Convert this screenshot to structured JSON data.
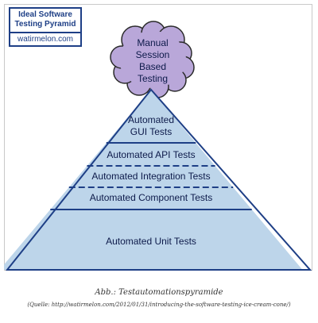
{
  "badge": {
    "title": "Ideal Software Testing Pyramid",
    "title_line1": "Ideal Software",
    "title_line2": "Testing Pyramid",
    "site": "watirmelon.com"
  },
  "cloud": {
    "lines": [
      "Manual",
      "Session",
      "Based",
      "Testing"
    ]
  },
  "layers": [
    {
      "lines": [
        "Automated",
        "GUI Tests"
      ]
    },
    {
      "lines": [
        "Automated API Tests"
      ]
    },
    {
      "lines": [
        "Automated Integration Tests"
      ]
    },
    {
      "lines": [
        "Automated Component Tests"
      ]
    },
    {
      "lines": [
        "Automated Unit Tests"
      ]
    }
  ],
  "caption": "Abb.: Testautomationspyramide",
  "source": "(Quelle: http://watirmelon.com/2012/01/31/introducing-the-software-testing-ice-cream-cone/)",
  "colors": {
    "layer_fill": "#bdd5ea",
    "layer_stroke": "#1e3f86",
    "cloud_fill": "#b9a7d9",
    "text": "#0d1a4a"
  }
}
